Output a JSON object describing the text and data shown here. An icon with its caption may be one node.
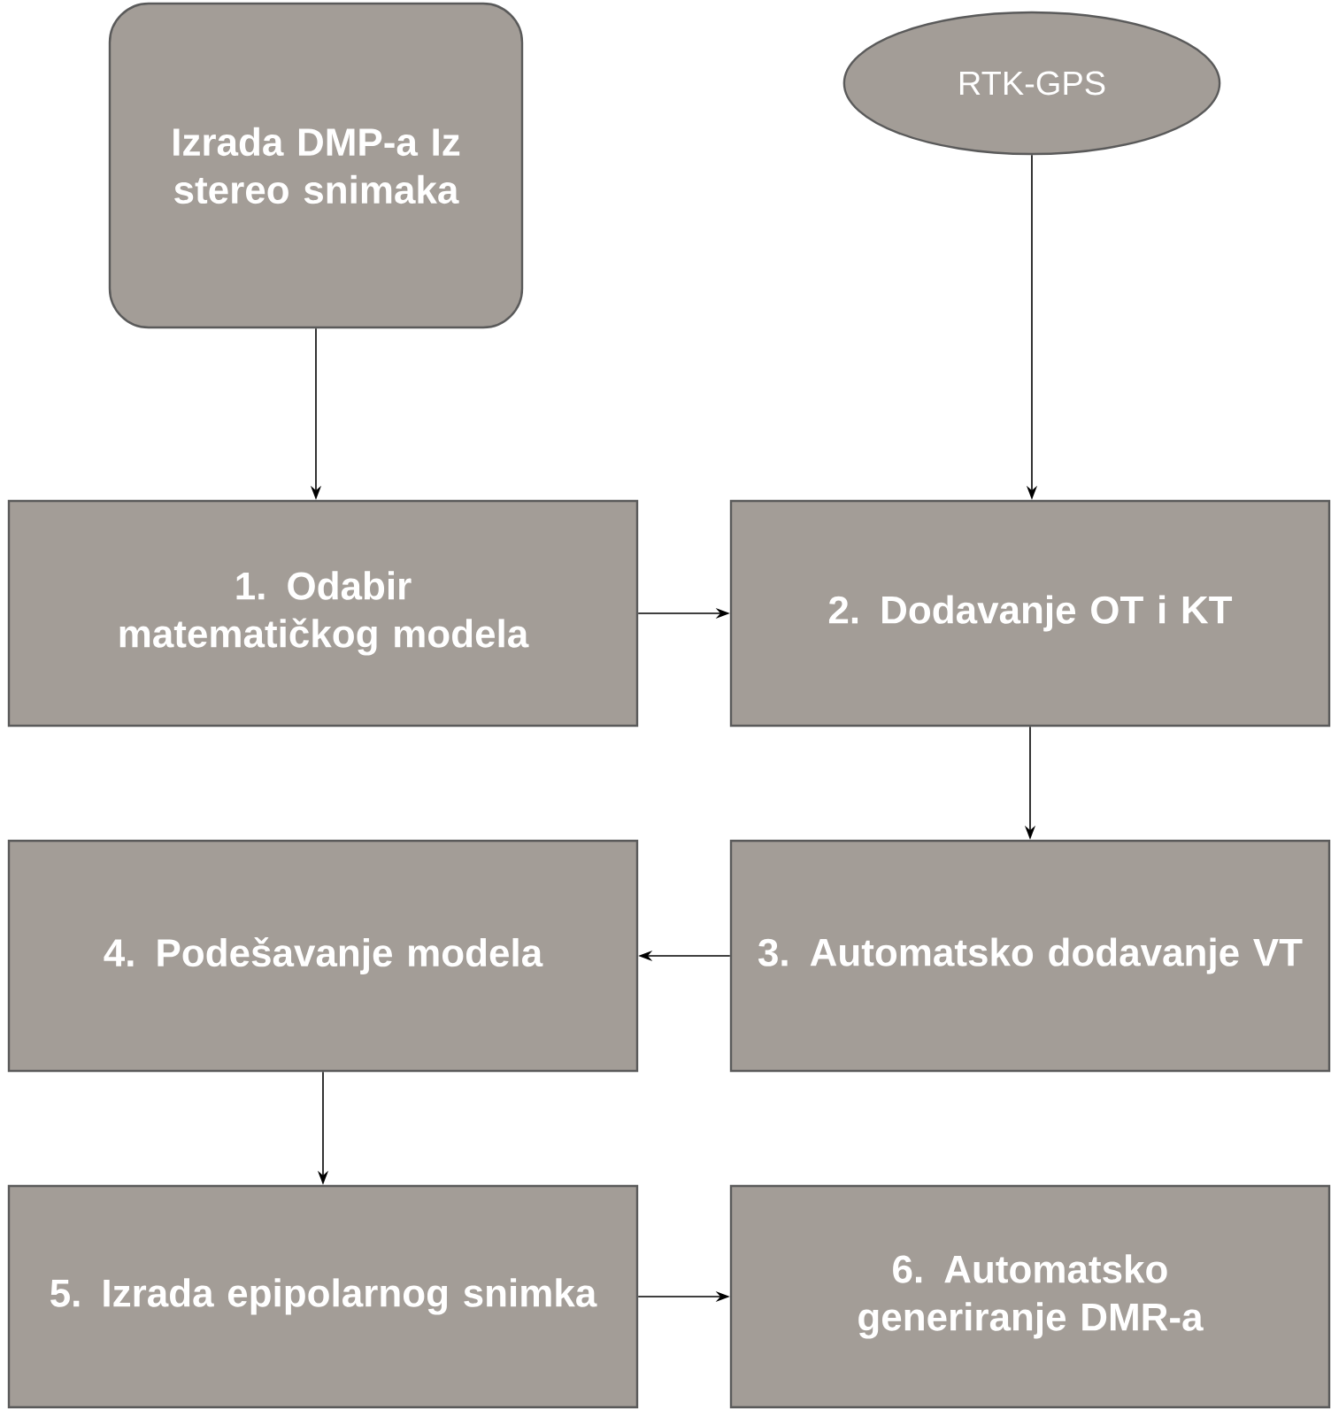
{
  "diagram": {
    "nodes": [
      {
        "text": [
          "Izrada DMP-a Iz stereo snimaka"
        ]
      },
      {
        "text": [
          "RTK-GPS"
        ]
      },
      {
        "text": [
          "1. Odabir matematičkog modela"
        ]
      },
      {
        "text": [
          "2. Dodavanje OT i KT"
        ]
      },
      {
        "text": [
          "3. Automatsko dodavanje VT"
        ]
      },
      {
        "text": [
          "4. Podešavanje modela"
        ]
      },
      {
        "text": [
          "5. Izrada epipolarnog snimka"
        ]
      },
      {
        "text": [
          "6. Automatsko generiranje DMR-a"
        ]
      }
    ],
    "edges": [
      {
        "from": 0,
        "to": 2,
        "arrow": "to"
      },
      {
        "from": 1,
        "to": 3,
        "arrow": "to"
      },
      {
        "from": 2,
        "to": 3,
        "arrow": "to"
      },
      {
        "from": 3,
        "to": 4,
        "arrow": "to"
      },
      {
        "from": 4,
        "to": 5,
        "arrow": "to"
      },
      {
        "from": 5,
        "to": 6,
        "arrow": "to"
      },
      {
        "from": 6,
        "to": 7,
        "arrow": "to"
      }
    ]
  }
}
